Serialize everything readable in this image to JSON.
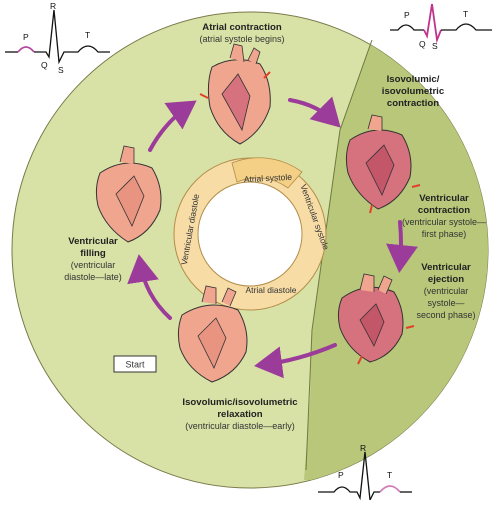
{
  "colors": {
    "outer_disc": "#d9e2a6",
    "systole_sector": "#b8c77a",
    "ring": "#f7dca6",
    "ring_atrial_systole": "#f4cf86",
    "arrow": "#9b3b9a",
    "heart_light": "#f0a58e",
    "heart_dark": "#d6727d",
    "small_arrow": "#e2402a",
    "ecg_highlight_p": "#b6499f",
    "ecg_highlight_qrs": "#c0338f",
    "ecg_highlight_t": "#d27fb8"
  },
  "stages": {
    "atrial_contraction": {
      "title": "Atrial contraction",
      "sub": "(atrial systole begins)"
    },
    "isovolumic_contraction": {
      "title1": "Isovolumic/",
      "title2": "isovolumetric",
      "title3": "contraction"
    },
    "ventricular_contraction": {
      "title1": "Ventricular",
      "title2": "contraction",
      "sub1": "(ventricular systole—",
      "sub2": "first phase)"
    },
    "ventricular_ejection": {
      "title1": "Ventricular",
      "title2": "ejection",
      "sub1": "(ventricular",
      "sub2": "systole—",
      "sub3": "second phase)"
    },
    "isovolumic_relaxation": {
      "title1": "Isovolumic/isovolumetric",
      "title2": "relaxation",
      "sub": "(ventricular diastole—early)"
    },
    "ventricular_filling": {
      "title1": "Ventricular",
      "title2": "filling",
      "sub1": "(ventricular",
      "sub2": "diastole—late)"
    }
  },
  "ring_labels": {
    "atrial_systole": "Atrial systole",
    "atrial_diastole": "Atrial diastole",
    "ventricular_diastole": "Ventricular diastole",
    "ventricular_systole": "Ventricular systole"
  },
  "start_label": "Start",
  "ecg": {
    "p": "P",
    "q": "Q",
    "r": "R",
    "s": "S",
    "t": "T"
  }
}
